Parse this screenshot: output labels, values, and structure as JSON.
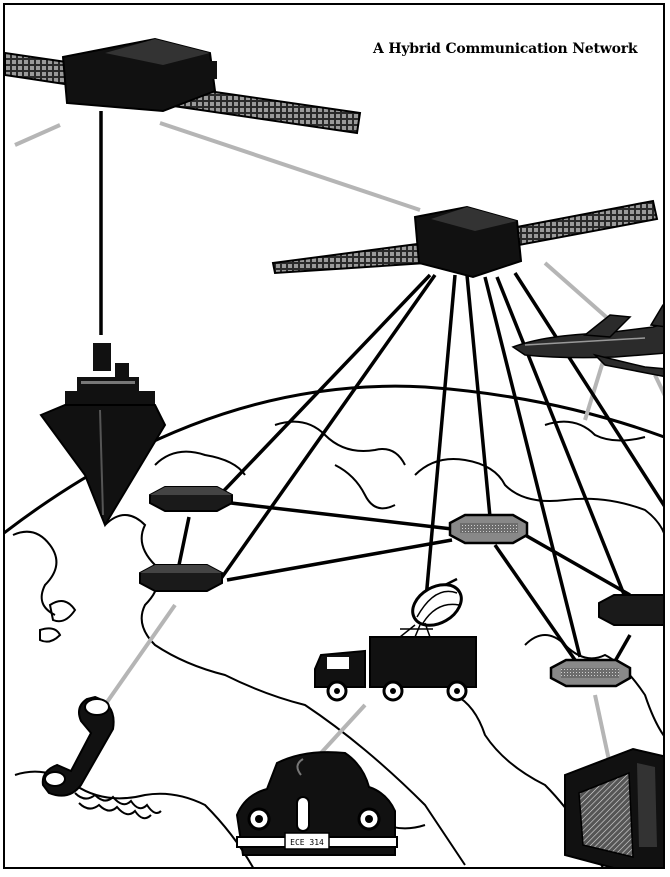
{
  "diagram": {
    "title": "A Hybrid Communication Network",
    "car_plate": "ECE 314",
    "colors": {
      "ink": "#000000",
      "paper": "#ffffff",
      "node_dark": "#1a1a1a",
      "node_gray": "#8a8a8a",
      "wireless_link": "#b5b5b5"
    },
    "icons": [
      "satellite-left",
      "satellite-right",
      "ship",
      "airplane",
      "telephone",
      "car",
      "truck-satellite-dish",
      "television",
      "network-node"
    ]
  }
}
